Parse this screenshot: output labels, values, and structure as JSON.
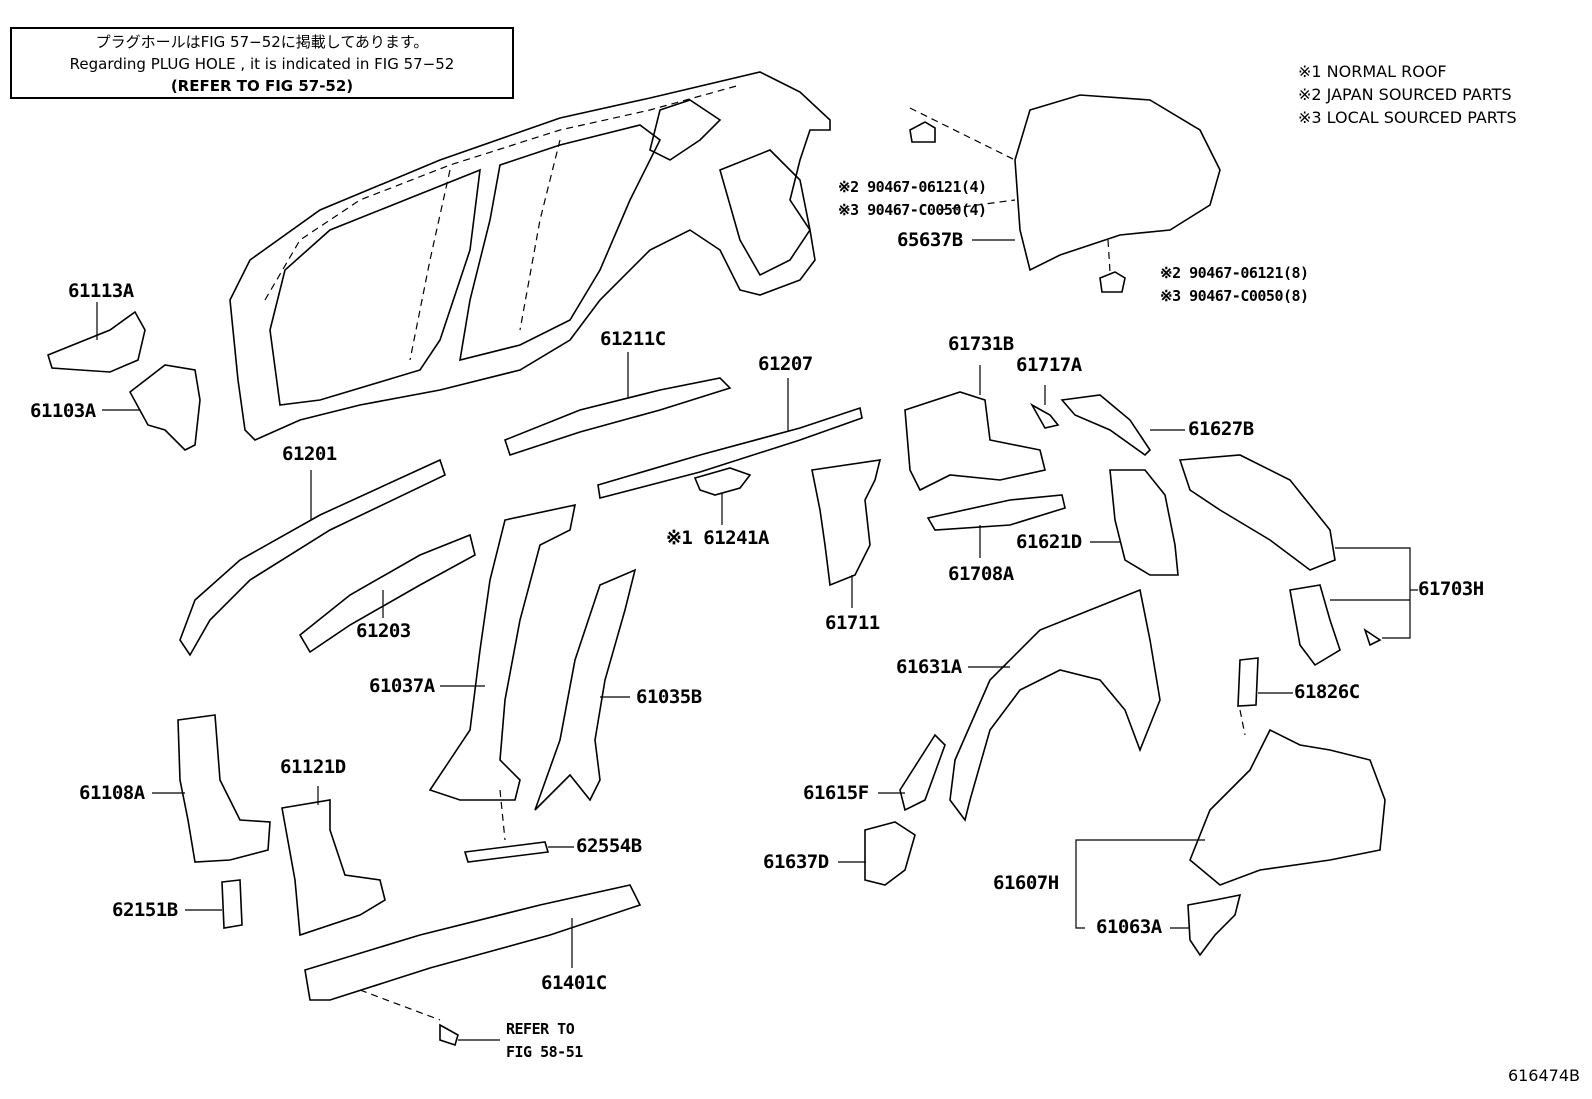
{
  "note": {
    "line1": "プラグホールはFIG 57−52に掲載してあります。",
    "line2": "Regarding PLUG HOLE , it is indicated in FIG 57−52",
    "line3": "(REFER TO FIG 57-52)"
  },
  "legend": [
    "※1 NORMAL ROOF",
    "※2 JAPAN SOURCED PARTS",
    "※3 LOCAL SOURCED PARTS"
  ],
  "labels": {
    "p61113A": "61113A",
    "p61103A": "61103A",
    "p61201": "61201",
    "p61203": "61203",
    "p61211C": "61211C",
    "p61207": "61207",
    "p61241A": "※1 61241A",
    "p61037A": "61037A",
    "p61035B": "61035B",
    "p61711": "61711",
    "p61731B": "61731B",
    "p61717A": "61717A",
    "p61627B": "61627B",
    "p61708A": "61708A",
    "p61621D": "61621D",
    "p61703H": "61703H",
    "p61826C": "61826C",
    "p61631A": "61631A",
    "p61615F": "61615F",
    "p61637D": "61637D",
    "p61607H": "61607H",
    "p61063A": "61063A",
    "p61108A": "61108A",
    "p61121D": "61121D",
    "p62151B": "62151B",
    "p62554B": "62554B",
    "p61401C": "61401C",
    "p65637B": "65637B",
    "clipA1": "※2 90467-06121(4)",
    "clipA2": "※3 90467-C0050(4)",
    "clipB1": "※2 90467-06121(8)",
    "clipB2": "※3 90467-C0050(8)",
    "refer1": "REFER TO",
    "refer2": "FIG 58-51"
  },
  "reference_number": "616474B"
}
